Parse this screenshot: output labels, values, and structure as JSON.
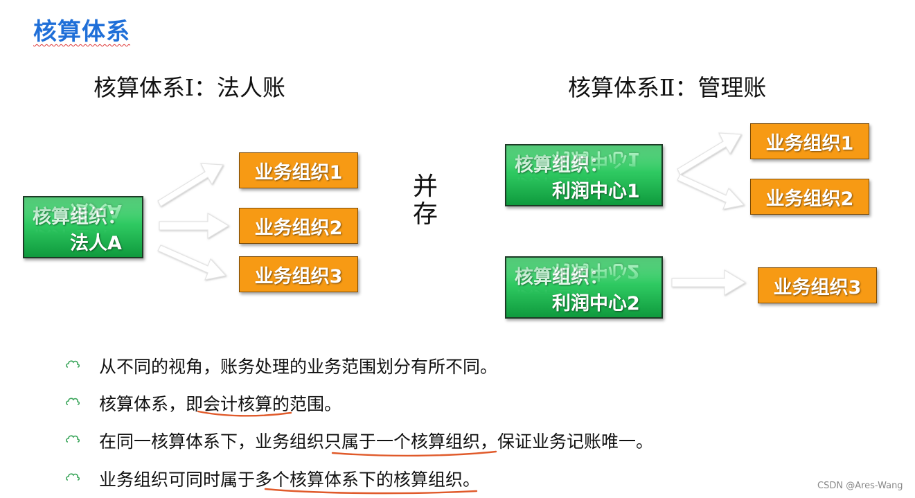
{
  "page_title": "核算体系",
  "left_system": {
    "subtitle": "核算体系Ⅰ：法人账",
    "org_label": "核算组织：",
    "org_name": "法人A",
    "units": [
      "业务组织1",
      "业务组织2",
      "业务组织3"
    ]
  },
  "coexist": [
    "并",
    "存"
  ],
  "right_system": {
    "subtitle": "核算体系Ⅱ：管理账",
    "org_label": "核算组织：",
    "profit_centers": [
      "利润中心1",
      "利润中心2"
    ],
    "units": [
      "业务组织1",
      "业务组织2",
      "业务组织3"
    ]
  },
  "bullets": [
    "从不同的视角，账务处理的业务范围划分有所不同。",
    "核算体系，即会计核算的范围。",
    "在同一核算体系下，业务组织只属于一个核算组织，保证业务记账唯一。",
    "业务组织可同时属于多个核算体系下的核算组织。"
  ],
  "watermark": "CSDN @Ares-Wang",
  "colors": {
    "title_blue": "#1f6fd8",
    "green": "#2fca62",
    "orange": "#f79a14",
    "underline_red": "#e05a2a",
    "bullet_icon": "#3aa55a"
  }
}
